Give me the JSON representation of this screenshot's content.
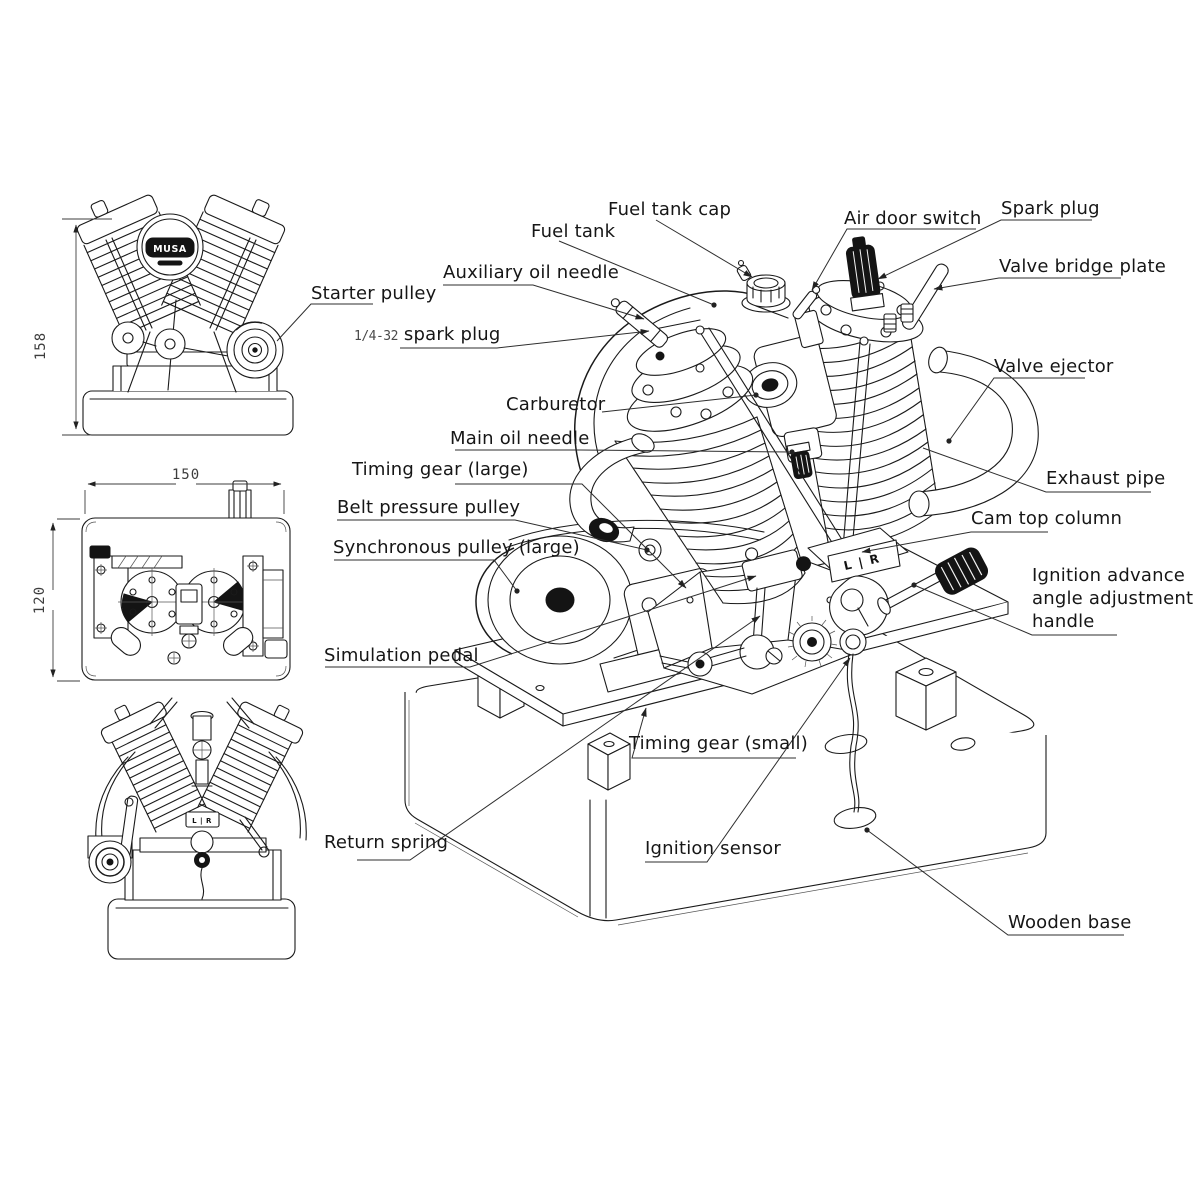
{
  "page": {
    "background": "#ffffff",
    "line_color": "#1a1a1a",
    "leader_color": "#2e2e2e",
    "dark_fill": "#141414"
  },
  "views": {
    "front_view": {
      "badge_text": "MUSA",
      "height_dimension": "158"
    },
    "top_view": {
      "width_dimension": "150",
      "depth_dimension": "120"
    },
    "rear_view": {
      "marking": "L | R"
    },
    "main_view": {
      "marking": "L | R"
    }
  },
  "labels": {
    "fuel_tank_cap": "Fuel tank cap",
    "fuel_tank": "Fuel tank",
    "air_door_switch": "Air door switch",
    "spark_plug": "Spark plug",
    "auxiliary_oil_needle": "Auxiliary oil needle",
    "valve_bridge_plate": "Valve bridge plate",
    "starter_pulley": "Starter pulley",
    "quarter32_prefix": "1/4-32",
    "quarter32_spark_plug": "spark plug",
    "carburetor": "Carburetor",
    "valve_ejector": "Valve ejector",
    "main_oil_needle": "Main oil needle",
    "timing_gear_large": "Timing gear (large)",
    "exhaust_pipe": "Exhaust pipe",
    "belt_pressure_pulley": "Belt pressure pulley",
    "cam_top_column": "Cam top column",
    "synchronous_pulley_large": "Synchronous pulley (large)",
    "ignition_advance_handle": "Ignition advance angle adjustment handle",
    "simulation_pedal": "Simulation pedal",
    "timing_gear_small": "Timing gear (small)",
    "return_spring": "Return spring",
    "ignition_sensor": "Ignition sensor",
    "wooden_base": "Wooden base"
  }
}
